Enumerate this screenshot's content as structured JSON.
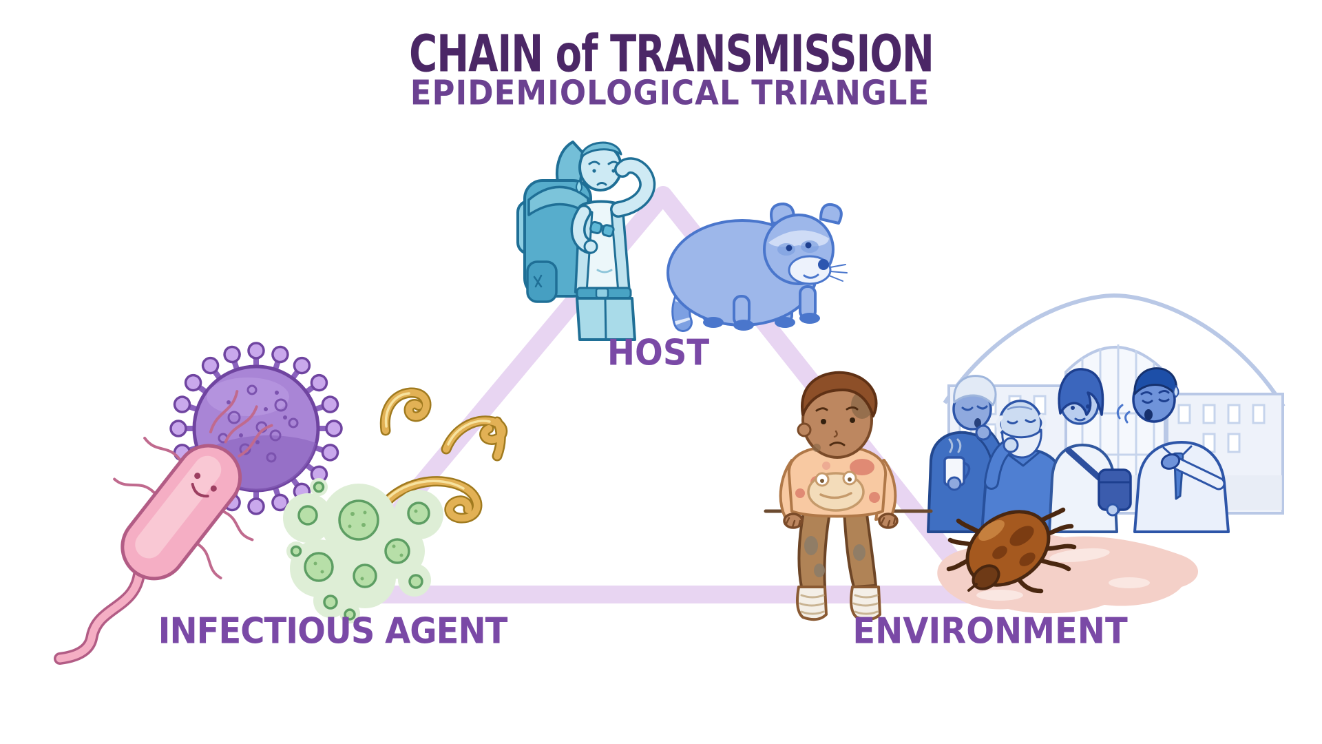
{
  "title": "CHAIN of TRANSMISSION",
  "subtitle": "EPIDEMIOLOGICAL TRIANGLE",
  "nodes": {
    "host": {
      "label": "HOST",
      "illustrations": [
        "sick-hiker-with-backpack",
        "raccoon"
      ]
    },
    "infectious_agent": {
      "label": "INFECTIOUS AGENT",
      "illustrations": [
        "bacterium",
        "virus",
        "parasitic-worms",
        "mold-spores"
      ]
    },
    "environment": {
      "label": "ENVIRONMENT",
      "illustrations": [
        "child-with-rash-sitting",
        "crowd-of-sick-people",
        "building",
        "tick-on-skin-patch"
      ]
    }
  },
  "palette": {
    "title_color": "#4b2766",
    "subtitle_color": "#6b4191",
    "label_color": "#7a49a6",
    "triangle_color": "#e8d5f2",
    "background": "#ffffff"
  }
}
